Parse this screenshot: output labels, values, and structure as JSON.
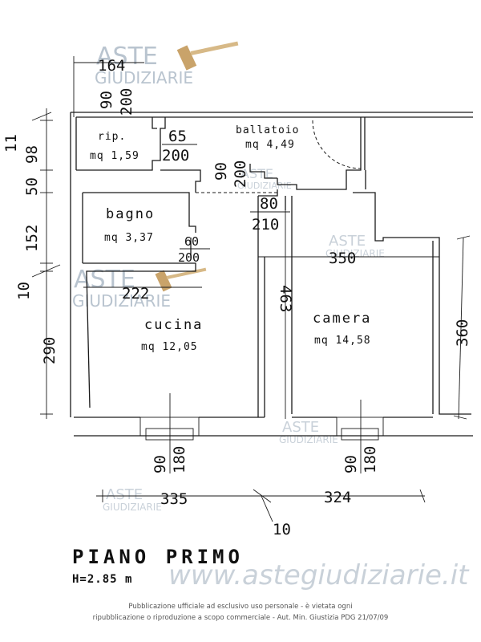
{
  "watermark": {
    "brand_top": "ASTE",
    "brand_bottom": "GIUDIZIARIE",
    "site": "www.astegiudiziarie.it"
  },
  "rooms": {
    "rip": {
      "name": "rip.",
      "area": "mq 1,59"
    },
    "ballatoio": {
      "name": "ballatoio",
      "area": "mq 4,49"
    },
    "bagno": {
      "name": "bagno",
      "area": "mq 3,37"
    },
    "cucina": {
      "name": "cucina",
      "area": "mq 12,05"
    },
    "camera": {
      "name": "camera",
      "area": "mq 14,58"
    }
  },
  "dimensions": {
    "top_width": "164",
    "window_top_w": "90",
    "window_top_h": "200",
    "left_11": "11",
    "left_98": "98",
    "left_50": "50",
    "left_152": "152",
    "left_10": "10",
    "left_290": "290",
    "door_rip_w": "65",
    "door_rip_h": "200",
    "door_ball_w": "90",
    "door_ball_h": "200",
    "door_cam_w": "80",
    "door_cam_h": "210",
    "door_bagno_w": "60",
    "door_bagno_h": "200",
    "cucina_width": "222",
    "camera_width": "350",
    "camera_depth": "463",
    "right_360": "360",
    "window_cuc_w": "90",
    "window_cuc_h": "180",
    "window_cam_w": "90",
    "window_cam_h": "180",
    "bottom_335": "335",
    "bottom_324": "324",
    "bottom_10": "10"
  },
  "title": "PIANO PRIMO",
  "height_label": "H=2.85 m",
  "notice_line1": "Pubblicazione ufficiale ad esclusivo uso personale - è vietata ogni",
  "notice_line2": "ripubblicazione o riproduzione a scopo commerciale - Aut. Min. Giustizia PDG 21/07/09"
}
